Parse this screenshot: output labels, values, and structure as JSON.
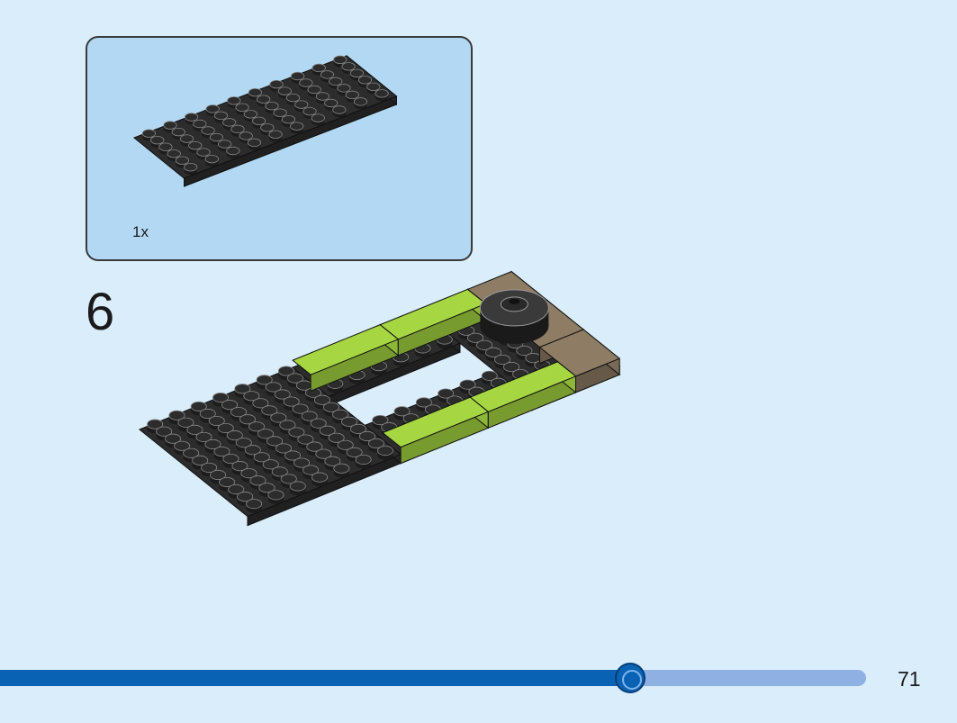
{
  "callout": {
    "quantity": "1x",
    "part": "black-6x10-plate"
  },
  "step": {
    "number": "6"
  },
  "progress": {
    "fraction": 0.728
  },
  "page": {
    "number": "71"
  },
  "colors": {
    "background": "#d9edfb",
    "callout_background": "#b3d8f3",
    "plate_black": "#2c2c2c",
    "tile_lime": "#a6d742",
    "tile_tan": "#8e7c64",
    "progress_fill": "#0a62b5",
    "progress_track": "#8fb0e3"
  }
}
